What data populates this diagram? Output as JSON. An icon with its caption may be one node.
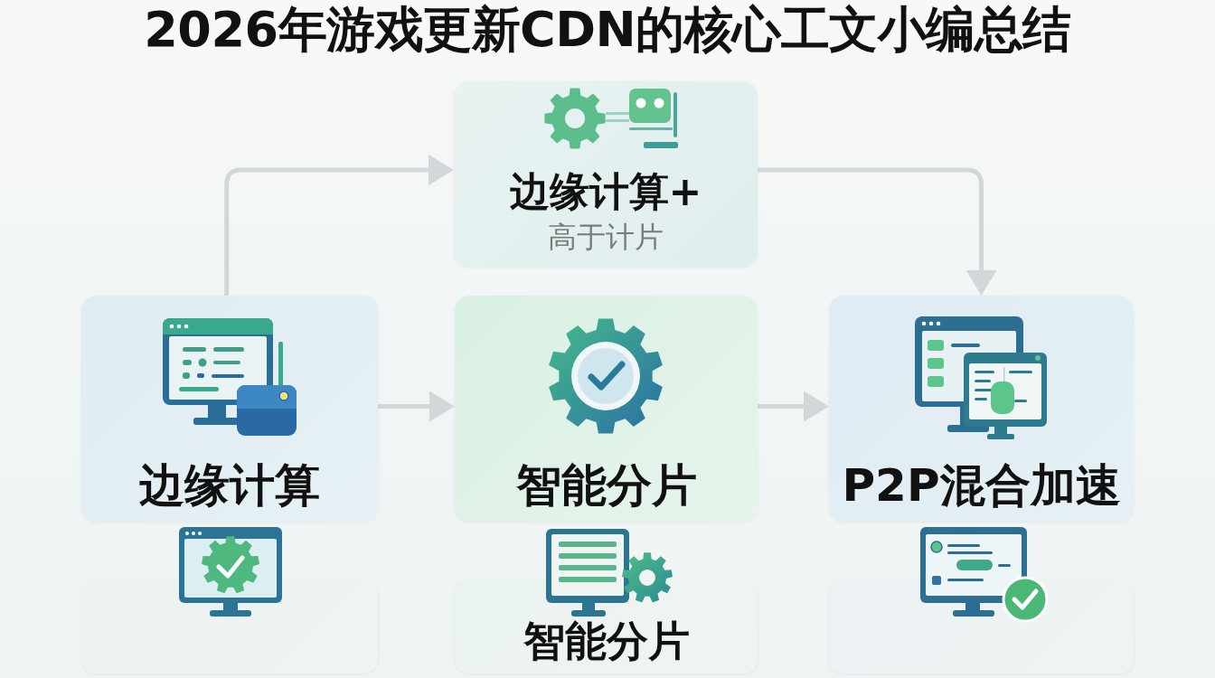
{
  "diagram": {
    "title": "2026年游戏更新CDN的核心工文小编总结",
    "nodes": [
      {
        "text": [
          "边缘计算+",
          "高于计片"
        ]
      },
      {
        "text": [
          "边缘计算"
        ]
      },
      {
        "text": [
          "智能分片"
        ]
      },
      {
        "text": [
          "P2P混合加速"
        ]
      },
      {
        "text": [],
        "shape": "box"
      },
      {
        "text": [
          "智能分片"
        ]
      },
      {
        "text": [],
        "shape": "box"
      }
    ],
    "edges": [
      {
        "from": 1,
        "to": 0,
        "arrow": "to"
      },
      {
        "from": 0,
        "to": 3,
        "arrow": "to"
      },
      {
        "from": 1,
        "to": 2,
        "arrow": "to"
      },
      {
        "from": 2,
        "to": 3,
        "arrow": "to"
      }
    ]
  }
}
